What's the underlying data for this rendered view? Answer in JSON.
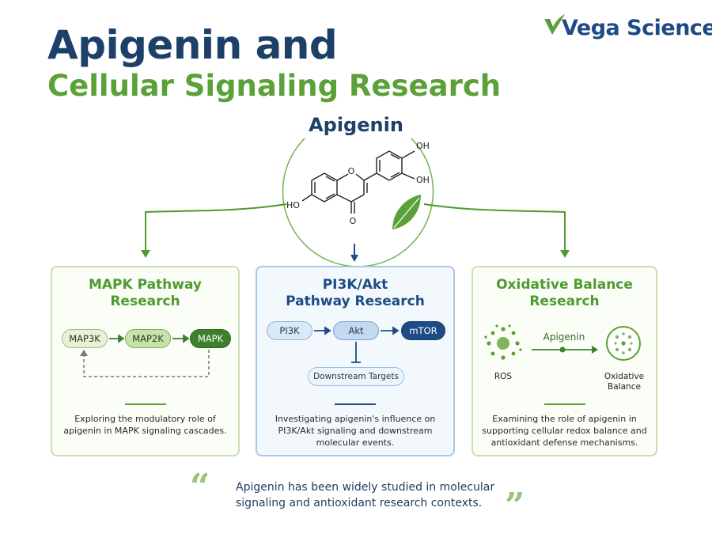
{
  "header": {
    "title_line1": "Apigenin and",
    "title_line2": "Cellular Signaling Research"
  },
  "logo": {
    "text": "Vega Science",
    "icon": "leaf-checkmark-icon"
  },
  "center": {
    "title": "Apigenin",
    "molecule_labels": {
      "oh_top": "OH",
      "oh_right": "OH",
      "ho_left": "HO",
      "o_ring": "O",
      "o_carbonyl": "O"
    }
  },
  "cards": [
    {
      "title_line1": "MAPK Pathway",
      "title_line2": "Research",
      "nodes": [
        "MAP3K",
        "MAP2K",
        "MAPK"
      ],
      "description": "Exploring the modulatory role of apigenin in MAPK signaling cascades."
    },
    {
      "title_line1": "PI3K/Akt",
      "title_line2": "Pathway Research",
      "nodes": [
        "PI3K",
        "Akt",
        "mTOR"
      ],
      "downstream": "Downstream Targets",
      "description": "Investigating apigenin's influence on PI3K/Akt signaling and downstream molecular events."
    },
    {
      "title_line1": "Oxidative Balance",
      "title_line2": "Research",
      "arrow_label": "Apigenin",
      "left_label": "ROS",
      "right_label_line1": "Oxidative",
      "right_label_line2": "Balance",
      "description": "Examining the role of apigenin in supporting cellular redox balance and antioxidant defense mechanisms."
    }
  ],
  "quote": {
    "text": "Apigenin has been widely studied in molecular signaling and antioxidant research contexts.",
    "open_mark": "“",
    "close_mark": "”"
  },
  "colors": {
    "navy": "#1d4068",
    "green": "#5aa137",
    "dark_green": "#3e7f2d",
    "blue": "#1e4b85"
  }
}
